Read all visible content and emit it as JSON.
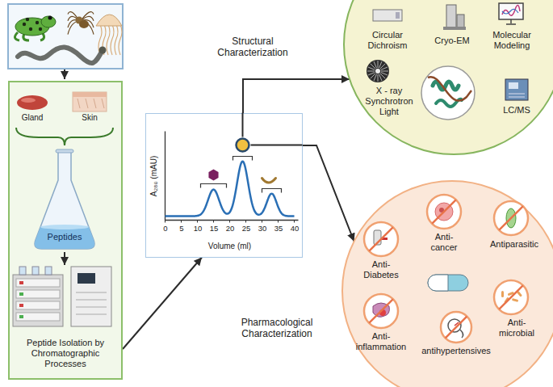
{
  "diagram": {
    "nodes": [
      {
        "text": [
          "Peptide Isolation by Chromatographic Processes"
        ]
      },
      {
        "text": [
          "Peptides"
        ],
        "in": 0
      },
      {
        "text": [
          "A₂₈₀ (mAU)",
          "Volume (ml)"
        ]
      },
      {
        "text": [
          "Structural Characterization",
          "Circular Dichroism",
          "Cryo-EM",
          "Molecular Modeling",
          "X - ray Synchrotron Light",
          "LC/MS"
        ]
      },
      {
        "text": [
          "Pharmacological Characterization",
          "Anti- Diabetes",
          "Anti- cancer",
          "Antiparasitic",
          "Anti- inflammation",
          "Anti- microbial",
          "antihypertensives"
        ]
      }
    ],
    "edges": [
      {
        "from": 0,
        "to": 2,
        "arrow": "to"
      },
      {
        "from": 2,
        "to": 3,
        "arrow": "to"
      },
      {
        "from": 2,
        "to": 4,
        "arrow": "to"
      }
    ],
    "labels": [
      "Gland",
      "Skin",
      "0",
      "5",
      "10",
      "15",
      "20",
      "25",
      "30",
      "35",
      "40"
    ]
  }
}
